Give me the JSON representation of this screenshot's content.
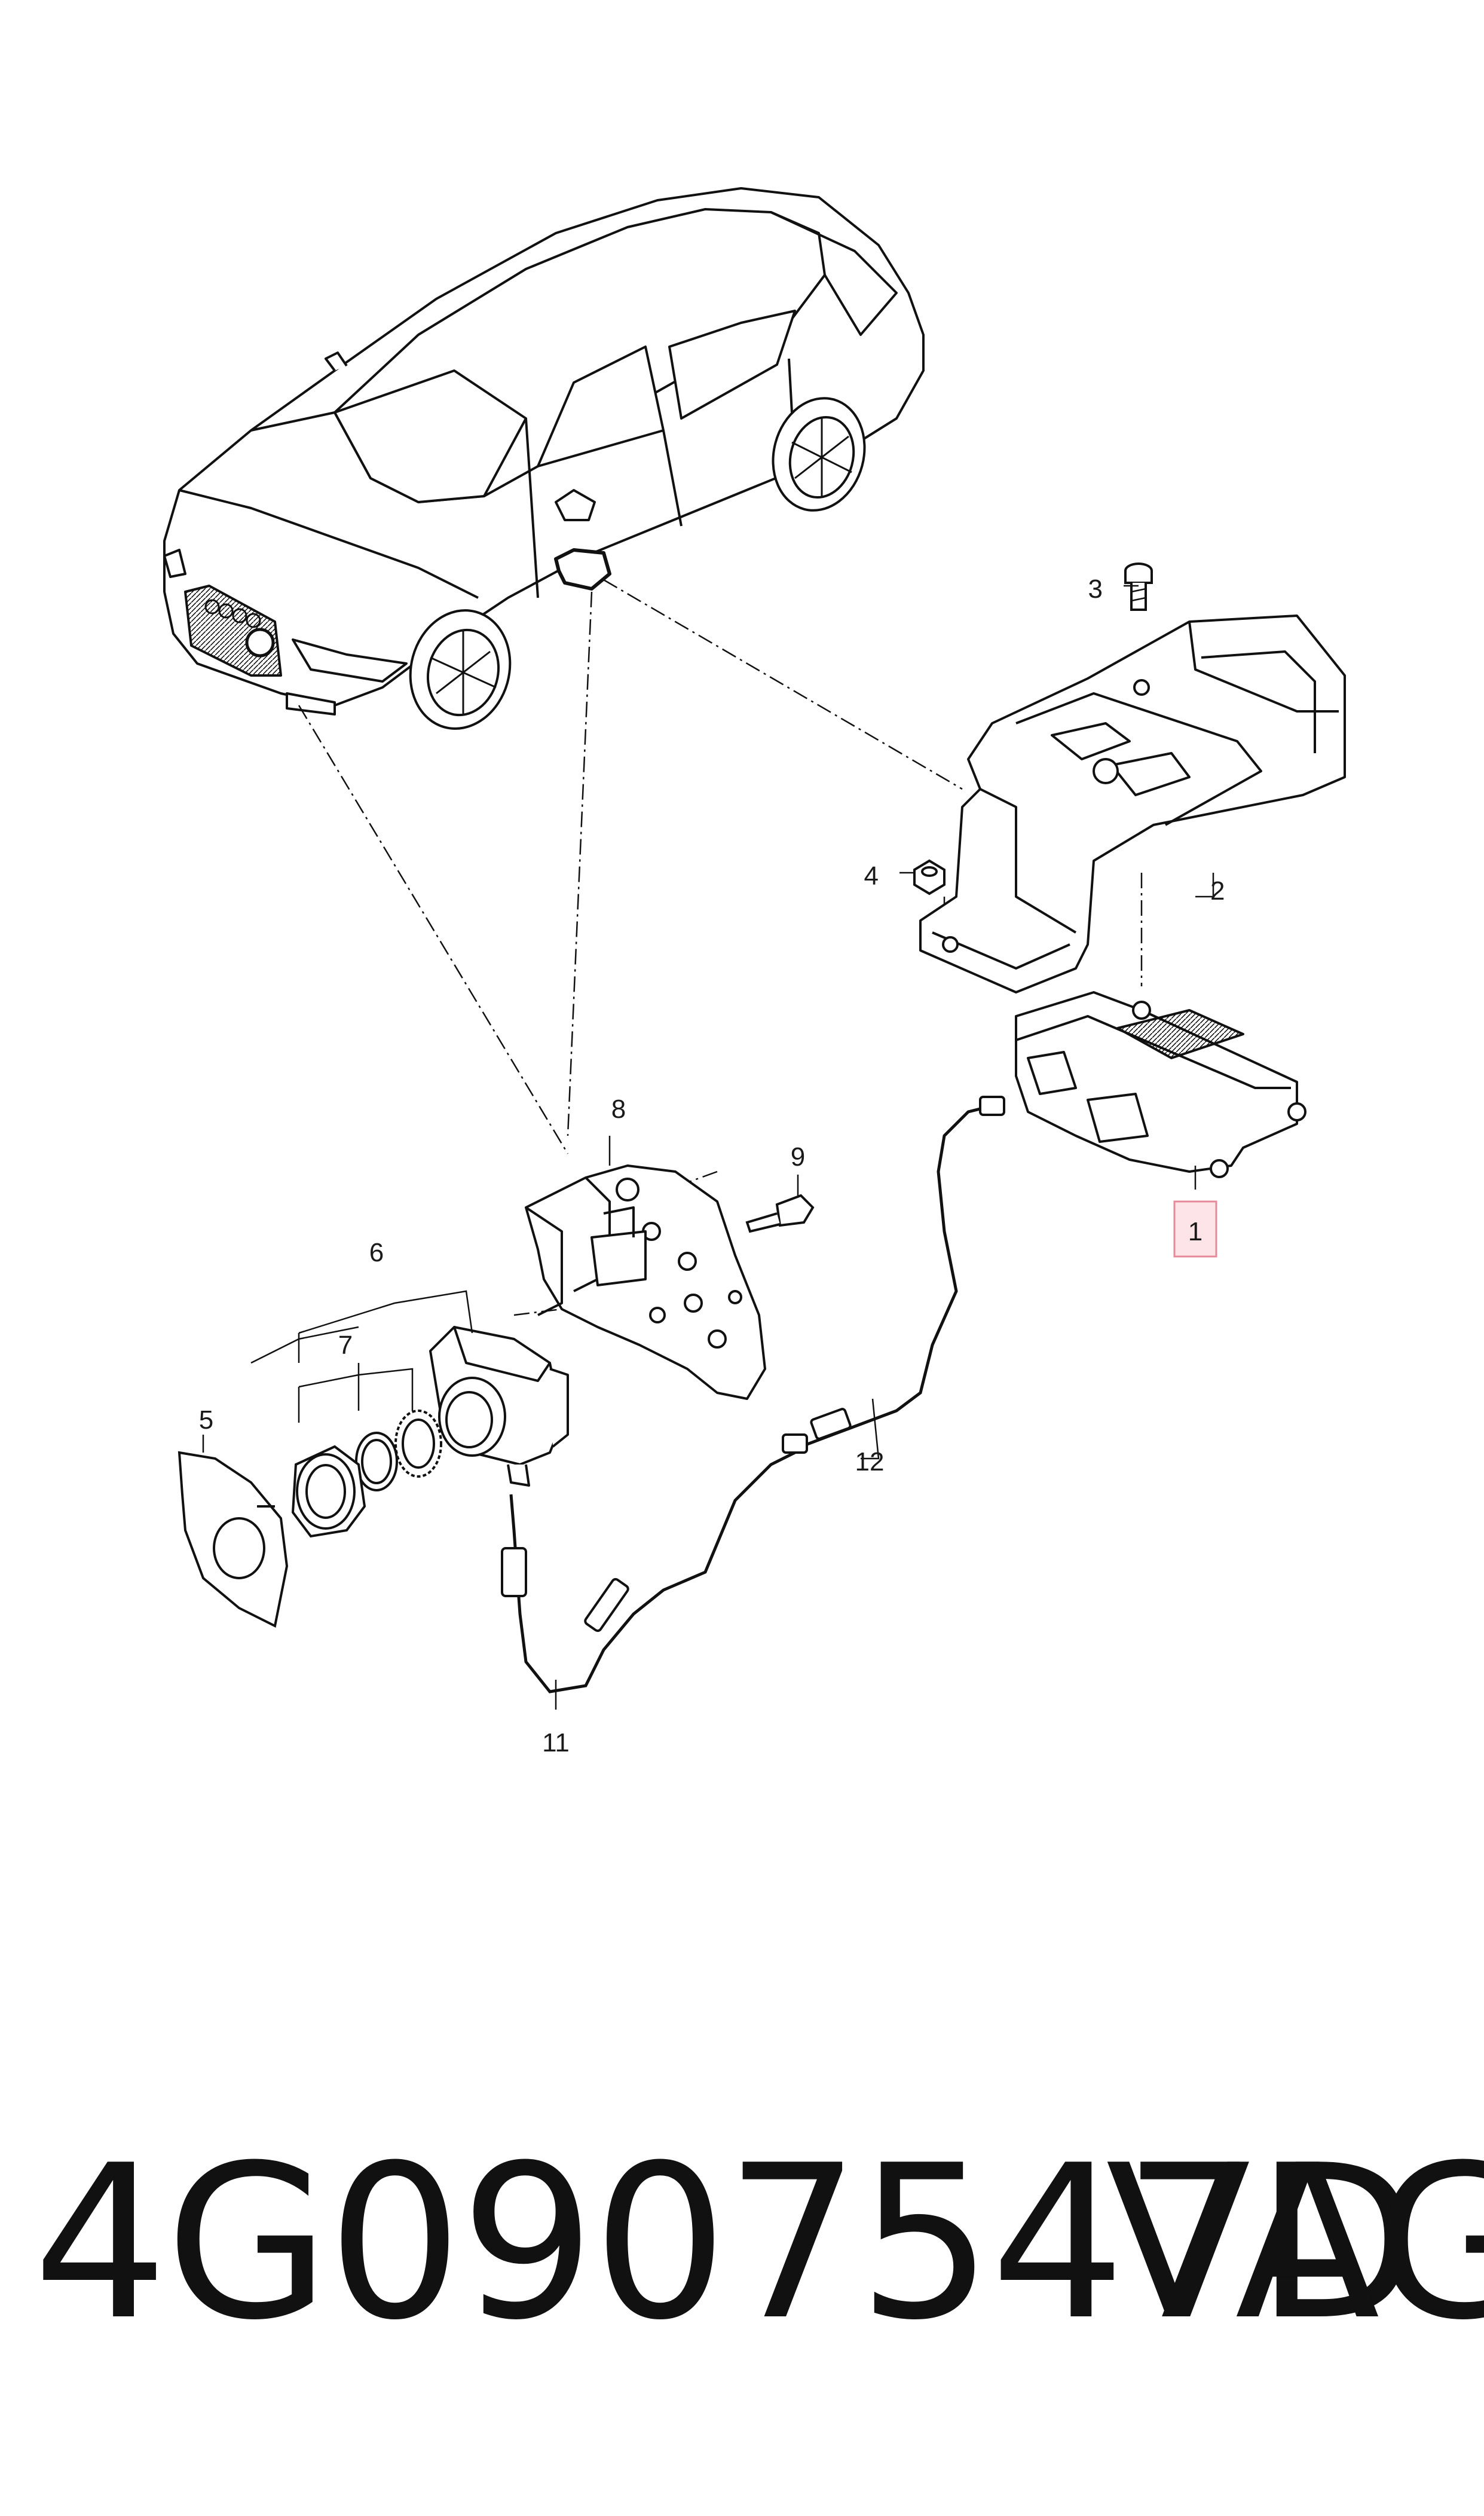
{
  "callouts": {
    "c1": "1",
    "c2": "2",
    "c3": "3",
    "c4": "4",
    "c5": "5",
    "c6": "6",
    "c7": "7",
    "c8": "8",
    "c9": "9",
    "c11": "11",
    "c12": "12"
  },
  "highlight_color": "#f4b5c0",
  "footer": {
    "part_number": "4G0907547D",
    "brand": "VAG"
  }
}
